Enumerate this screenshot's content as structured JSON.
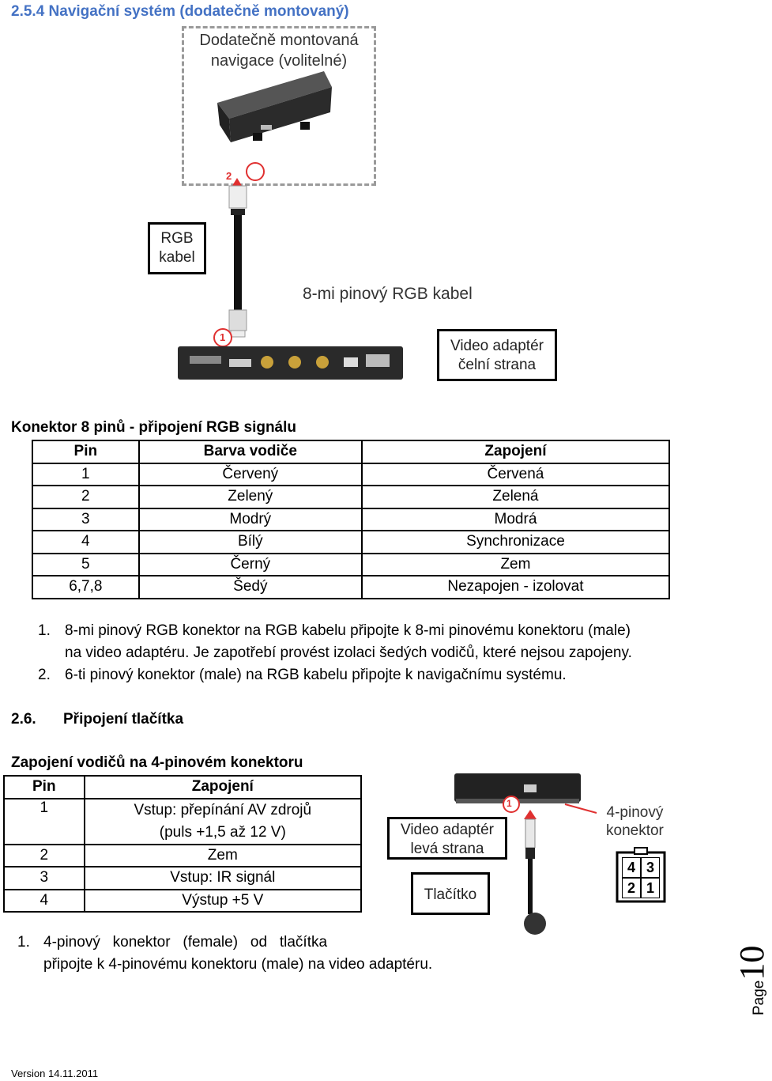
{
  "section_heading": "2.5.4 Navigační systém (dodatečně montovaný)",
  "diagram1": {
    "nav_box_label_line1": "Dodatečně montovaná",
    "nav_box_label_line2": "navigace (volitelné)",
    "rgb_label_line1": "RGB",
    "rgb_label_line2": "kabel",
    "cable_label": "8-mi pinový RGB kabel",
    "adapter_label_line1": "Video adaptér",
    "adapter_label_line2": "čelní strana",
    "marker1": "1",
    "marker2": "2"
  },
  "rgb_table": {
    "title": "Konektor 8 pinů - připojení RGB signálu",
    "headers": [
      "Pin",
      "Barva vodiče",
      "Zapojení"
    ],
    "rows": [
      [
        "1",
        "Červený",
        "Červená"
      ],
      [
        "2",
        "Zelený",
        "Zelená"
      ],
      [
        "3",
        "Modrý",
        "Modrá"
      ],
      [
        "4",
        "Bílý",
        "Synchronizace"
      ],
      [
        "5",
        "Černý",
        "Zem"
      ],
      [
        "6,7,8",
        "Šedý",
        "Nezapojen - izolovat"
      ]
    ]
  },
  "steps1": {
    "n1": "1.",
    "line1": "8-mi pinový RGB konektor na RGB kabelu připojte k 8-mi pinovému konektoru (male)",
    "line1b": "na video adaptéru. Je zapotřebí provést izolaci šedých vodičů, které nejsou zapojeny.",
    "n2": "2.",
    "line2": "6-ti pinový konektor (male) na RGB kabelu připojte k navigačnímu systému."
  },
  "section2": {
    "number": "2.6.",
    "title": "Připojení tlačítka"
  },
  "button_table": {
    "title": "Zapojení vodičů na 4-pinovém konektoru",
    "headers": [
      "Pin",
      "Zapojení"
    ],
    "rows": [
      [
        "1",
        "Vstup: přepínání AV zdrojů",
        "(puls +1,5 až 12 V)"
      ],
      [
        "2",
        "Zem",
        ""
      ],
      [
        "3",
        "Vstup: IR signál",
        ""
      ],
      [
        "4",
        "Výstup +5 V",
        ""
      ]
    ]
  },
  "diagram2": {
    "adapter_label_line1": "Video adaptér",
    "adapter_label_line2": "levá strana",
    "button_label": "Tlačítko",
    "connector_label_line1": "4-pinový",
    "connector_label_line2": "konektor",
    "pins": [
      "4",
      "3",
      "2",
      "1"
    ],
    "marker1": "1"
  },
  "steps2": {
    "n1": "1.",
    "line1": "4-pinový   konektor   (female)   od   tlačítka",
    "line1b": "připojte k 4-pinovému konektoru (male) na video adaptéru."
  },
  "page": {
    "word": "Page",
    "number": "10"
  },
  "footer": "Version 14.11.2011"
}
